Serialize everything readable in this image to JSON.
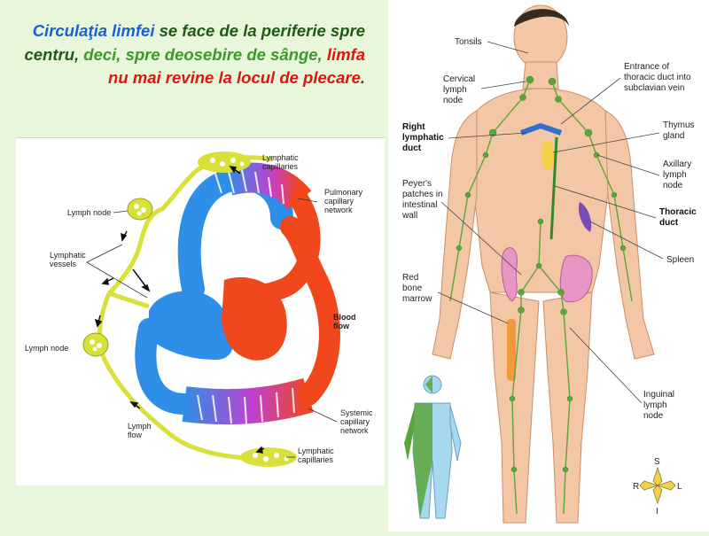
{
  "title": {
    "segments": [
      {
        "text": "Circulaţia limfei",
        "color": "#1a5fd6"
      },
      {
        "text": " se face de la periferie spre centru",
        "color": "#1f5a16"
      },
      {
        "text": ", ",
        "color": "#1f5a16"
      },
      {
        "text": "deci, spre deosebire de sânge, ",
        "color": "#3c9a2a"
      },
      {
        "text": "limfa nu mai revine la locul de plecare",
        "color": "#d7190f"
      },
      {
        "text": ".",
        "color": "#1f5a16"
      }
    ]
  },
  "left_diagram": {
    "labels": {
      "lymphatic_capillaries_top": [
        "Lymphatic",
        "capillaries"
      ],
      "pulmonary": [
        "Pulmonary",
        "capillary",
        "network"
      ],
      "lymph_node_top": "Lymph node",
      "lymphatic_vessels": [
        "Lymphatic",
        "vessels"
      ],
      "blood_flow": [
        "Blood",
        "flow"
      ],
      "lymph_node_bottom": "Lymph node",
      "systemic": [
        "Systemic",
        "capillary",
        "network"
      ],
      "lymph_flow": [
        "Lymph",
        "flow"
      ],
      "lymphatic_capillaries_bottom": [
        "Lymphatic",
        "capillaries"
      ]
    },
    "colors": {
      "lymph": "#d9e03a",
      "vein": "#2f8ee8",
      "artery": "#f0471c",
      "mix": "#c040d0"
    }
  },
  "right_diagram": {
    "labels": {
      "tonsils": "Tonsils",
      "cervical": [
        "Cervical",
        "lymph",
        "node"
      ],
      "right_duct": [
        "Right",
        "lymphatic",
        "duct"
      ],
      "peyers": [
        "Peyer's",
        "patches in",
        "intestinal",
        "wall"
      ],
      "red_marrow": [
        "Red",
        "bone",
        "marrow"
      ],
      "entrance": [
        "Entrance of",
        "thoracic duct into",
        "subclavian vein"
      ],
      "thymus": [
        "Thymus",
        "gland"
      ],
      "axillary": [
        "Axillary",
        "lymph",
        "node"
      ],
      "thoracic_duct": [
        "Thoracic",
        "duct"
      ],
      "spleen": "Spleen",
      "inguinal": [
        "Inguinal",
        "lymph",
        "node"
      ]
    },
    "compass": {
      "s": "S",
      "r": "R",
      "l": "L",
      "i": "I"
    },
    "colors": {
      "skin": "#f3c7a5",
      "lymph": "#5aa63a",
      "spleen": "#7b4bb5",
      "thymus": "#f2d24a",
      "intestine": "#e895c3",
      "marrow": "#f29a3a"
    }
  }
}
